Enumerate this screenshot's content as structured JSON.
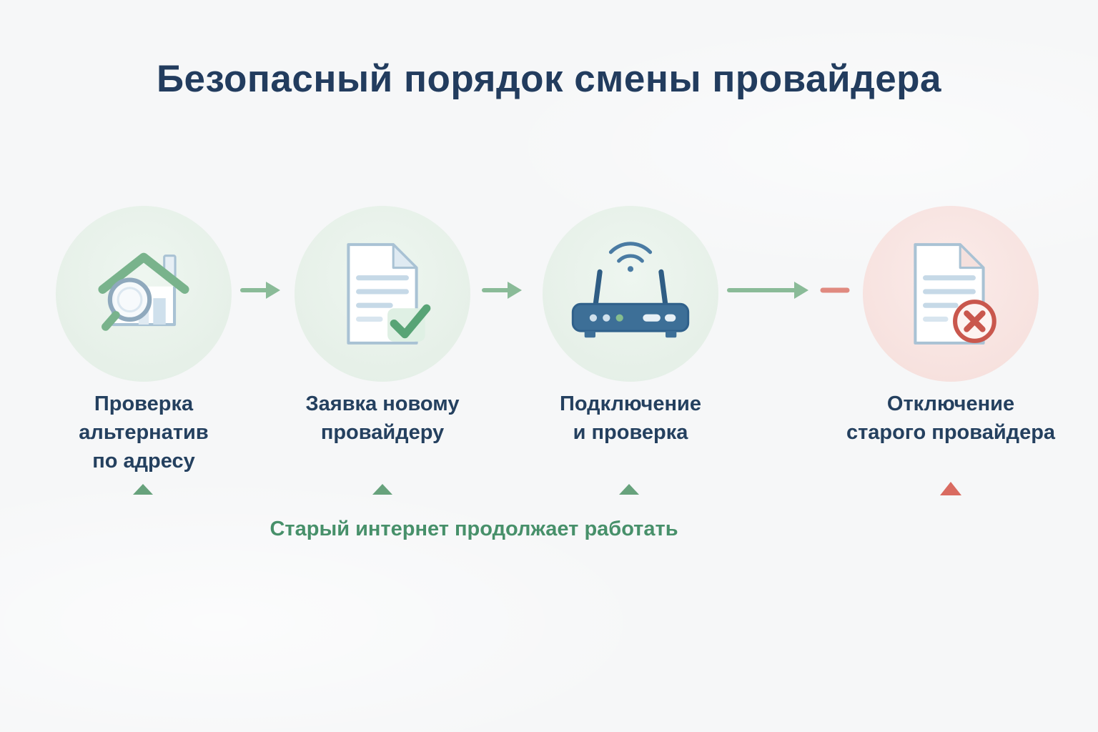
{
  "title": "Безопасный порядок смены провайдера",
  "steps": [
    {
      "label": "Проверка\nальтернатив\nпо адресу",
      "icon": "house-search-icon",
      "circle_color": "#e6f0e8"
    },
    {
      "label": "Заявка новому\nпровайдеру",
      "icon": "document-check-icon",
      "circle_color": "#e6f0e8"
    },
    {
      "label": "Подключение\nи проверка",
      "icon": "router-wifi-icon",
      "circle_color": "#e6f0e8"
    },
    {
      "label": "Отключение\nстарого провайдера",
      "icon": "document-cancel-icon",
      "circle_color": "#f7e2df"
    }
  ],
  "connectors": [
    {
      "type": "arrow",
      "color": "#8abb98"
    },
    {
      "type": "arrow",
      "color": "#8abb98"
    },
    {
      "type": "arrow-long",
      "color": "#8abb98"
    },
    {
      "type": "dash",
      "color": "#e08a80"
    }
  ],
  "timeline": {
    "caption": "Старый интернет продолжает работать",
    "caption_color": "#47906a",
    "line_green": "#67a27c",
    "line_red": "#d96b61",
    "marker_count": 4
  },
  "colors": {
    "background": "#f6f7f8",
    "title_text": "#223c5e",
    "label_text": "#24405f",
    "accent_green": "#67a27c",
    "accent_red": "#d96b61",
    "icon_outline": "#a9c2d4",
    "router_blue": "#3d6f97"
  }
}
